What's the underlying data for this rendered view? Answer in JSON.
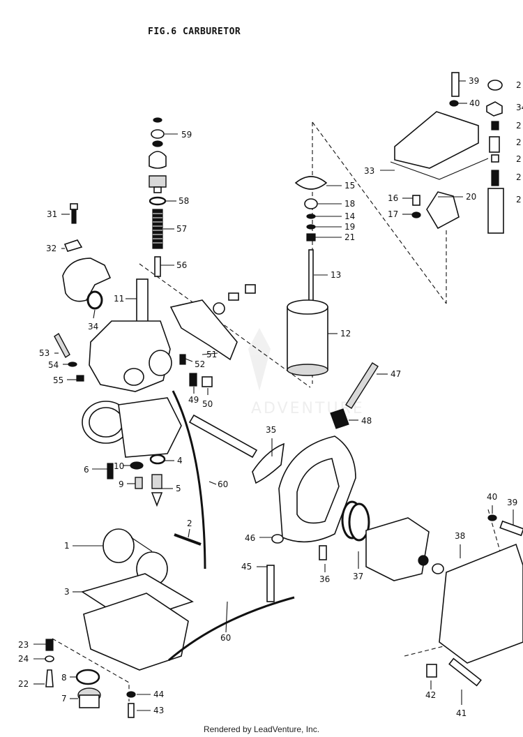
{
  "title": "FIG.6 CARBURETOR",
  "footer": "Rendered by LeadVenture, Inc.",
  "watermark": "ADVENTURE",
  "callouts": {
    "c59": "59",
    "c58": "58",
    "c57": "57",
    "c56": "56",
    "c31": "31",
    "c32": "32",
    "c11": "11",
    "c34": "34",
    "c53": "53",
    "c54": "54",
    "c55": "55",
    "c52": "52",
    "c51": "51",
    "c49": "49",
    "c50": "50",
    "c15": "15",
    "c18": "18",
    "c14": "14",
    "c19": "19",
    "c21": "21",
    "c13": "13",
    "c12": "12",
    "c47": "47",
    "c48": "48",
    "c39a": "39",
    "c40a": "40",
    "c33": "33",
    "c16": "16",
    "c17": "17",
    "c20": "20",
    "c6": "6",
    "c10": "10",
    "c4": "4",
    "c9": "9",
    "c5": "5",
    "c60a": "60",
    "c35": "35",
    "c2": "2",
    "c1": "1",
    "c3": "3",
    "c46": "46",
    "c45": "45",
    "c36": "36",
    "c37": "37",
    "c38": "38",
    "c40b": "40",
    "c39b": "39",
    "c60b": "60",
    "c23": "23",
    "c24": "24",
    "c22": "22",
    "c8": "8",
    "c7": "7",
    "c44": "44",
    "c43": "43",
    "c42": "42",
    "c41": "41",
    "e1": "2",
    "e2": "34",
    "e3": "2",
    "e4": "2",
    "e5": "2",
    "e6": "2",
    "e7": "2"
  }
}
